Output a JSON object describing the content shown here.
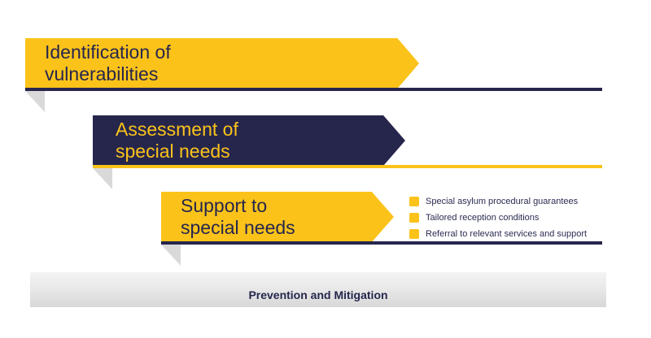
{
  "colors": {
    "yellow": "#fbc31a",
    "navy": "#26264d",
    "fold_gray": "#d9d9d9",
    "white": "#ffffff"
  },
  "steps": [
    {
      "label": "Identification of\nvulnerabilities",
      "style": "yellow"
    },
    {
      "label": "Assessment of\nspecial needs",
      "style": "navy"
    },
    {
      "label": "Support to\nspecial needs",
      "style": "yellow"
    }
  ],
  "bullets": [
    "Special asylum procedural guarantees",
    "Tailored reception conditions",
    "Referral to relevant services and support"
  ],
  "footer": {
    "label": "Prevention and Mitigation"
  }
}
